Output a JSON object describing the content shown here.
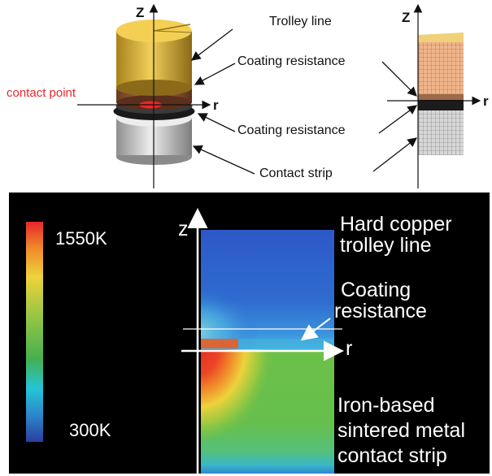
{
  "top_diagram": {
    "labels": {
      "trolley_line": "Trolley line",
      "coating_resistance_upper": "Coating resistance",
      "coating_resistance_lower": "Coating resistance",
      "contact_strip": "Contact strip",
      "contact_point": "contact point"
    },
    "axes": {
      "z": "Z",
      "r": "r",
      "z_right": "Z",
      "r_right": "r"
    }
  },
  "bottom_panel": {
    "colorbar": {
      "max_label": "1550K",
      "min_label": "300K"
    },
    "axes": {
      "z": "z",
      "r": "r"
    },
    "labels": {
      "trolley_line_1": "Hard copper",
      "trolley_line_2": "trolley line",
      "coating_1": "Coating",
      "coating_2": "resistance",
      "strip_1": "Iron-based",
      "strip_2": "sintered metal",
      "strip_3": "contact strip"
    }
  },
  "colors": {
    "red_label": "#e8262b",
    "gold_cylinder": "#e2b43a",
    "silver_cylinder": "#c9c9c9",
    "panel_bg": "#000000"
  }
}
